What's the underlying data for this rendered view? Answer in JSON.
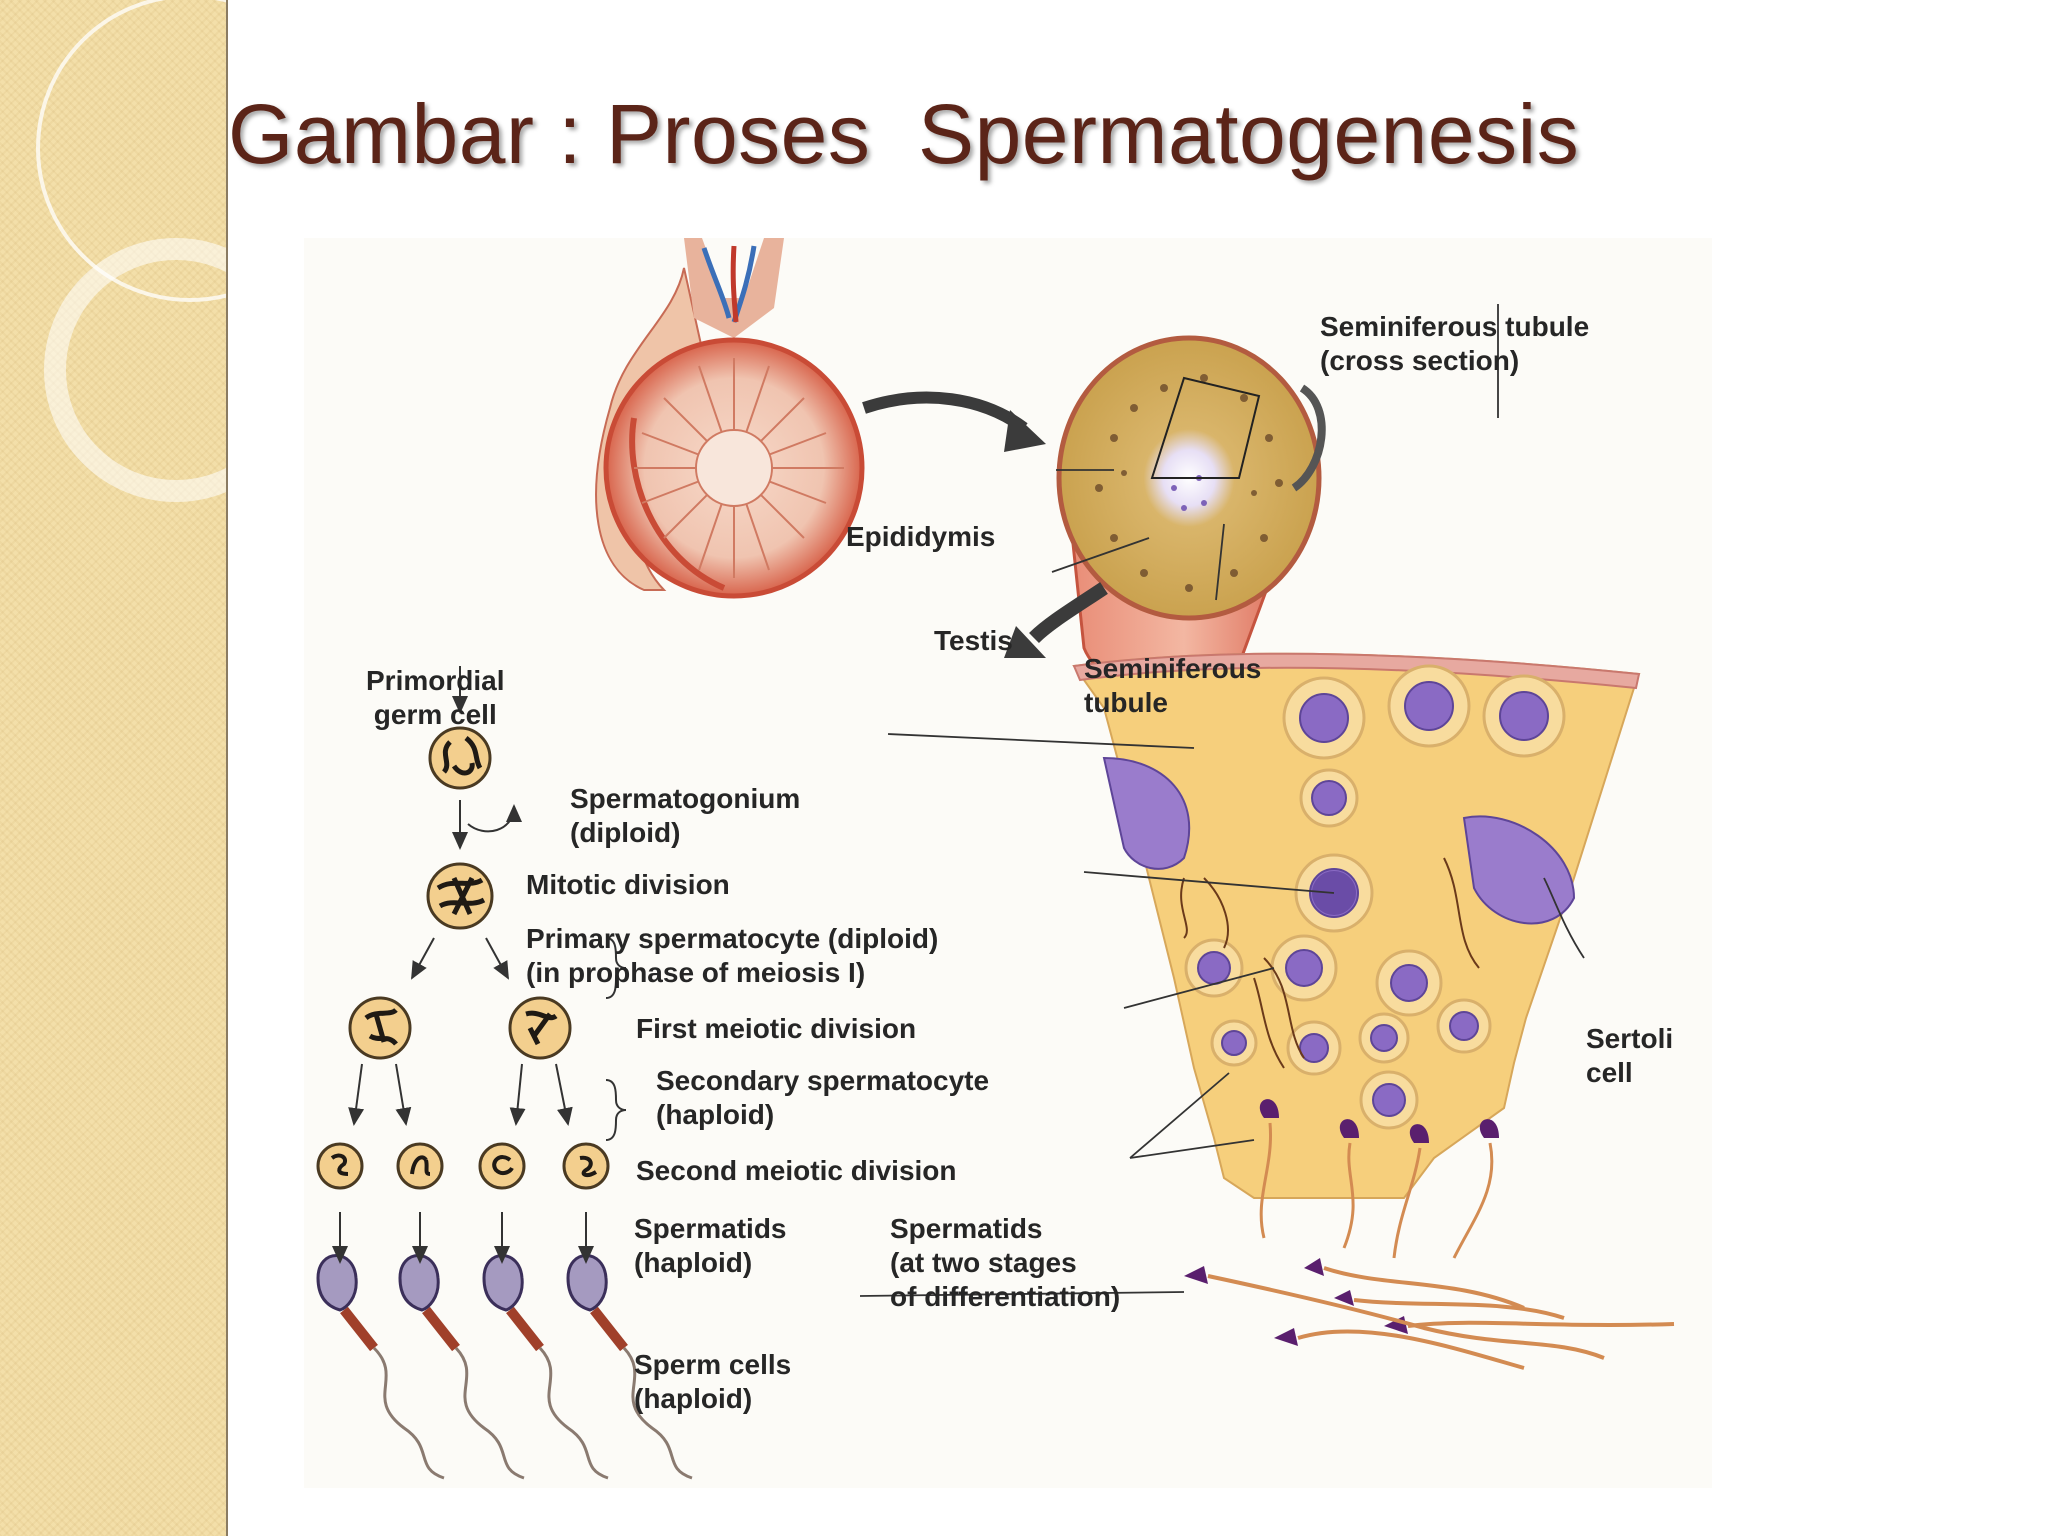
{
  "slide": {
    "title": "Gambar : Proses  Spermatogenesis"
  },
  "figure": {
    "labels": {
      "seminiferous_cross": [
        "Seminiferous tubule",
        "(cross section)"
      ],
      "epididymis": [
        "Epididymis"
      ],
      "testis": [
        "Testis"
      ],
      "seminiferous_tubule": [
        "Seminiferous",
        "tubule"
      ],
      "primordial": [
        "Primordial",
        "germ cell"
      ],
      "spermatogonium": [
        "Spermatogonium",
        "(diploid)"
      ],
      "mitotic": [
        "Mitotic division"
      ],
      "primary": [
        "Primary spermatocyte (diploid)",
        "(in prophase of meiosis I)"
      ],
      "first_meiotic": [
        "First meiotic division"
      ],
      "secondary": [
        "Secondary spermatocyte",
        "(haploid)"
      ],
      "second_meiotic": [
        "Second meiotic division"
      ],
      "spermatids": [
        "Spermatids",
        "(haploid)"
      ],
      "spermatids_stages": [
        "Spermatids",
        "(at two stages",
        "of differentiation)"
      ],
      "sertoli": [
        "Sertoli",
        "cell"
      ],
      "sperm_cells": [
        "Sperm cells",
        "(haploid)"
      ]
    }
  },
  "colors": {
    "title": "#5b2418",
    "cell_fill": "#f3cf8e",
    "tissue_fill": "#f6cf7c",
    "nucleus": "#7d62b8",
    "testis_red": "#d85a45",
    "label_text": "#262626"
  }
}
